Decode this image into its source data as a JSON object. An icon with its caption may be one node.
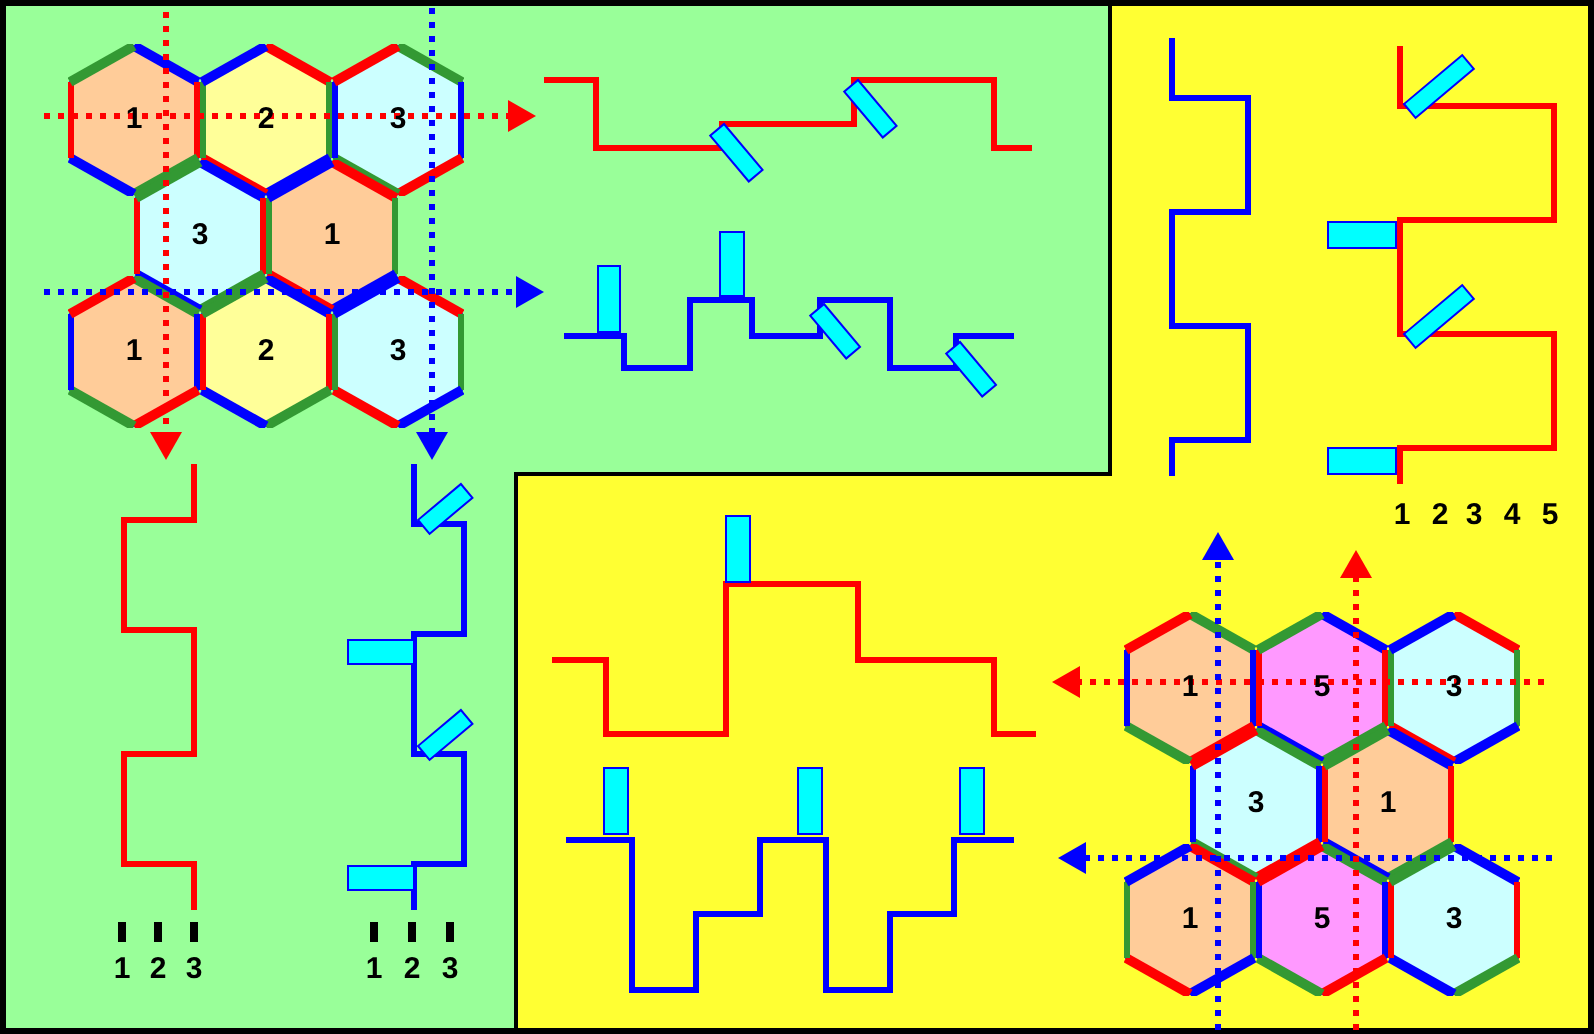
{
  "diagram": {
    "nodes": [
      {
        "text": [
          "1"
        ]
      },
      {
        "text": [
          "2"
        ]
      },
      {
        "text": [
          "3"
        ]
      },
      {
        "text": [
          "3"
        ]
      },
      {
        "text": [
          "1"
        ]
      },
      {
        "text": [
          "1"
        ]
      },
      {
        "text": [
          "2"
        ]
      },
      {
        "text": [
          "3"
        ]
      },
      {
        "text": [
          "1"
        ]
      },
      {
        "text": [
          "5"
        ]
      },
      {
        "text": [
          "3"
        ]
      },
      {
        "text": [
          "3"
        ]
      },
      {
        "text": [
          "1"
        ]
      },
      {
        "text": [
          "1"
        ]
      },
      {
        "text": [
          "5"
        ]
      },
      {
        "text": [
          "3"
        ]
      }
    ],
    "labels": [
      "1",
      "2",
      "3",
      "4",
      "5",
      "1",
      "2",
      "3",
      "1",
      "2",
      "3"
    ]
  }
}
